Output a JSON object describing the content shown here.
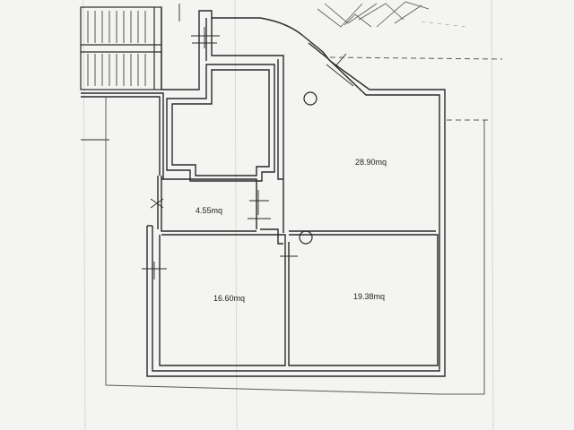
{
  "rooms": [
    {
      "id": "living",
      "area_label": "28.90mq"
    },
    {
      "id": "bath",
      "area_label": "4.55mq"
    },
    {
      "id": "bedroom-left",
      "area_label": "16.60mq"
    },
    {
      "id": "bedroom-right",
      "area_label": "19.38mq"
    }
  ],
  "colors": {
    "paper": "#f4f4f2",
    "ink": "#2a2a2a",
    "faint": "#8a8a8a"
  }
}
